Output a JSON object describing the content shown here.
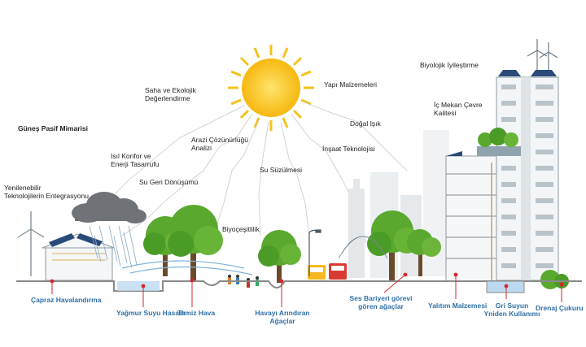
{
  "labels": {
    "gunes_pasif": "Güneş Pasif Mimarisi",
    "saha": "Saha ve Ekolojik\nDeğerlendirme",
    "yapi": "Yapı Malzemeleri",
    "biyolojik": "Biyolojik İyileştirme",
    "ic_mekan": "İç Mekan Çevre\nKalitesi",
    "dogal_isik": "Doğal Işık",
    "arazi": "Arazi Çözünürlüğü\nAnalizi",
    "insaat": "İnşaat Teknolojisi",
    "isil": "Isıl Konfor ve\nEnerji Tasarrufu",
    "su_suzulmesi": "Su Süzülmesi",
    "su_geri": "Su Geri Dönüşümü",
    "yenilenebilir": "Yenilenebilir\nTeknolojilerin Entegrasyonu",
    "biyocesitlilik": "Biyoçeşitlilik"
  },
  "bottom_labels": {
    "capraz": "Çapraz Havalandırma",
    "yagmur": "Yağmur Suyu Hasadı",
    "temiz_hava": "Temiz Hava",
    "havayi": "Havayı Arındıran\nAğaçlar",
    "ses_bariyeri": "Ses Bariyeri görevi\ngören ağaçlar",
    "yalitim": "Yalıtım Malzemesi",
    "gri_suyun": "Gri Suyun\nYniden Kullanımı",
    "drenaj": "Drenaj Çukuru"
  },
  "colors": {
    "label_text": "#222222",
    "bottom_label": "#2f6fa6",
    "marker": "#d7262d",
    "sun": "#f6c21b",
    "tree": "#5aa82e",
    "ground": "#8a8a8a",
    "building": "#e9edf0"
  },
  "icons": [
    "sun-icon",
    "cloud-icon",
    "wind-turbine-icon",
    "solar-panel-icon",
    "tree-icon",
    "bus-icon",
    "truck-icon",
    "street-lamp-icon"
  ]
}
